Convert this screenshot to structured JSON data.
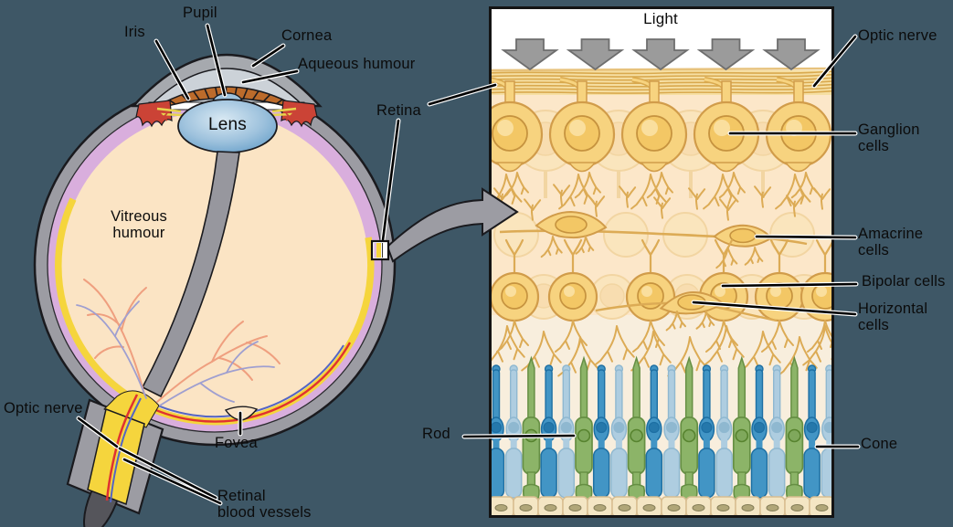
{
  "figure_labels": {
    "iris": "Iris",
    "pupil": "Pupil",
    "cornea": "Cornea",
    "aqueous": "Aqueous humour",
    "lens": "Lens",
    "vitreous": "Vitreous\nhumour",
    "retina": "Retina",
    "optic_nerve_left": "Optic nerve",
    "fovea": "Fovea",
    "retinal_vessels": "Retinal\nblood vessels",
    "light": "Light",
    "optic_nerve_right": "Optic nerve",
    "ganglion": "Ganglion\ncells",
    "amacrine": "Amacrine\ncells",
    "bipolar": "Bipolar cells",
    "horizontal": "Horizontal\ncells",
    "rod": "Rod",
    "cone": "Cone"
  },
  "colors": {
    "canvas_bg": "#3e5766",
    "outline": "#1a1a1e",
    "sclera": "#9c9ca3",
    "nerve_cap": "#55555b",
    "choroid": "#d9aedd",
    "retina_yellow": "#f5d53d",
    "vitreous_peach": "#fbe4c4",
    "cornea_gray": "#a6a9ae",
    "aqueous_gray": "#ccd2d8",
    "iris_brown": "#bc6b2b",
    "ciliary_red": "#cb4336",
    "zonule_yellow": "#e8d44d",
    "lens_edge": "#5f9ac6",
    "lens_center": "#d9e9f3",
    "pupil_blue": "#9fc3dd",
    "hyaloid_gray": "#97979e",
    "artery_red": "#e03131",
    "vein_blue": "#5465c4",
    "vessel_salmon": "#ef9f7f",
    "vessel_periwinkle": "#9f9fd0",
    "label_color": "#0b0b0b"
  },
  "right_panel": {
    "colors": {
      "white": "#ffffff",
      "arrow_gray": "#9b9b9b",
      "arrow_outline": "#6e6e6e",
      "fiber_bg": "#f6dfa3",
      "fiber_line": "#d9a94e",
      "bg_upper": "#fce7c9",
      "bg_lower": "#f8eedd",
      "cell_body": "#f7d37f",
      "cell_outline": "#d19c4a",
      "nucleus_fill": "#f3c765",
      "nucleus_ring": "#c6933f",
      "nucleus_hi": "#fadf9e",
      "ghost_fill": "#fae5bd",
      "ghost_outline": "#f2d5a2",
      "ghost_nucleus": "#f8ddb0",
      "dendrite": "#dcab55",
      "rod_green": "#8cb468",
      "rod_green_dark": "#668f44",
      "rod_nucleus": "#7fa85c",
      "rod_nucleus_ring": "#57832f",
      "cone_blue": "#4295c5",
      "cone_blue_dark": "#1d6fa3",
      "cone_nucleus": "#2578ab",
      "pale_blue": "#aecde0",
      "pale_blue_dark": "#8fb8d0",
      "pigment_fill": "#f4e6c4",
      "pigment_outline": "#d8bd90",
      "pigment_oval": "#b0a678",
      "pigment_oval_dark": "#857e58",
      "border": "#141414"
    },
    "counts": {
      "light_arrows": 5,
      "ganglion_cells": 5,
      "bipolar_cells": 6,
      "photoreceptor_columns": 20,
      "rod_cells": 6,
      "pigment_cells": 14
    }
  }
}
